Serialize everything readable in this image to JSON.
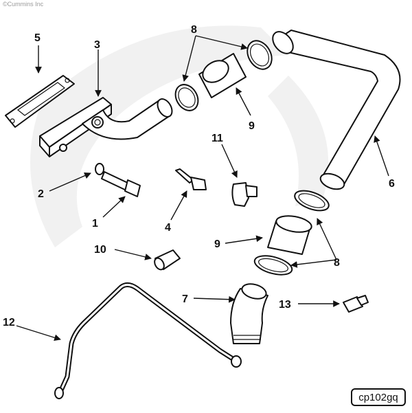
{
  "copyright": "©Cummins Inc",
  "figure_code": "cp102gq",
  "watermark": "Cummins",
  "callouts": {
    "c1": "1",
    "c2": "2",
    "c3": "3",
    "c4": "4",
    "c5": "5",
    "c6": "6",
    "c7": "7",
    "c8a": "8",
    "c8b": "8",
    "c9a": "9",
    "c9b": "9",
    "c10": "10",
    "c11": "11",
    "c12": "12",
    "c13": "13"
  }
}
